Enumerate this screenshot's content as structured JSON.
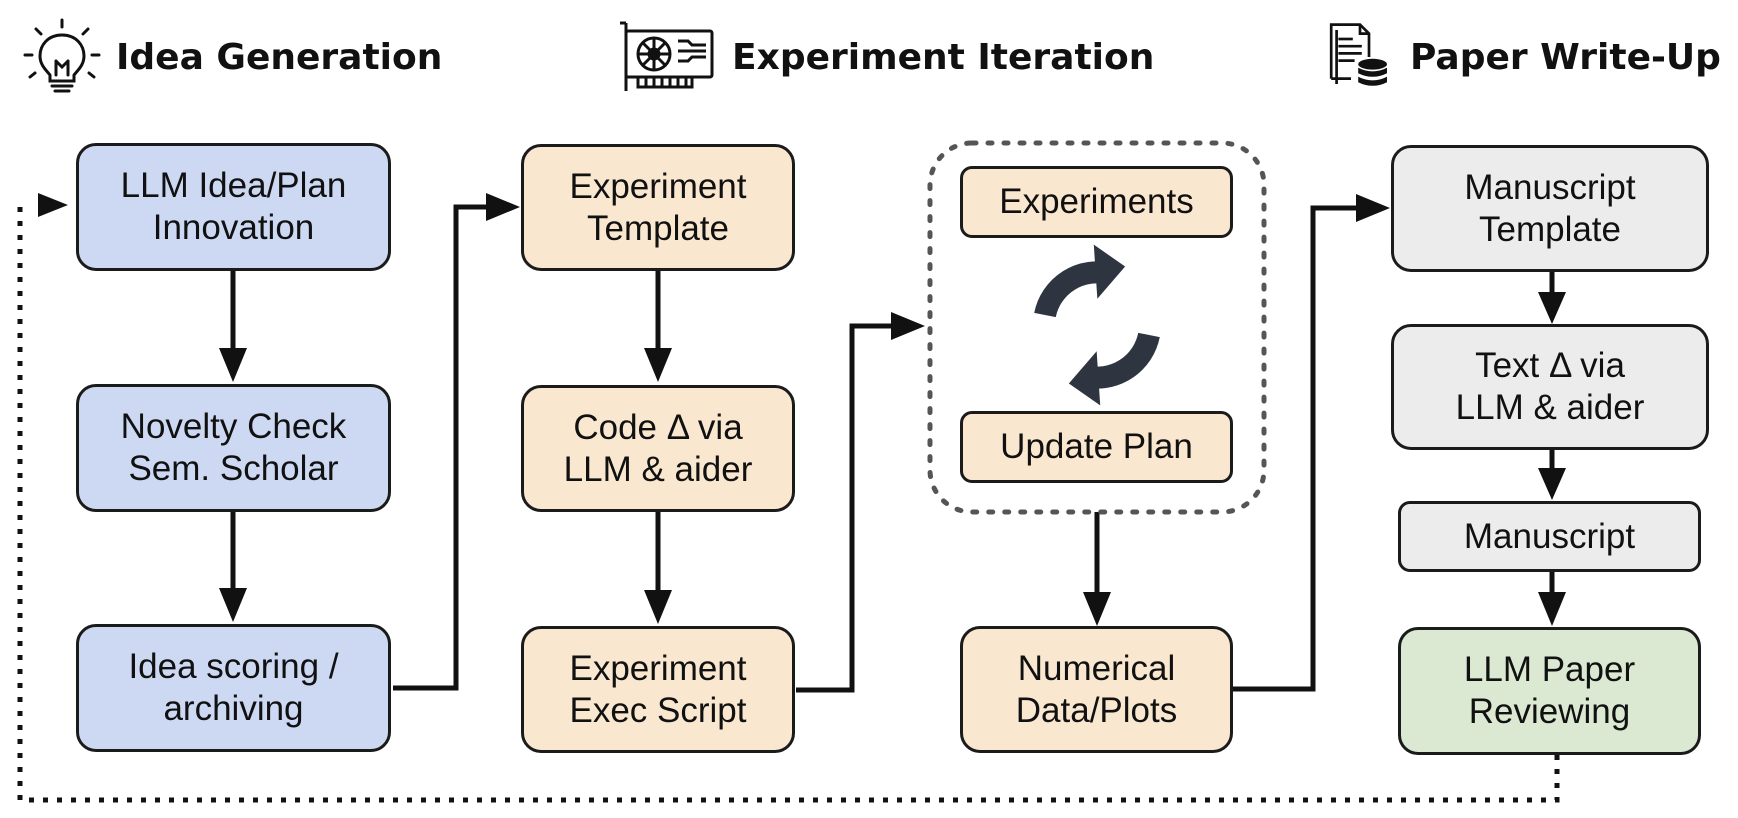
{
  "headers": {
    "idea": "Idea Generation",
    "experiment": "Experiment Iteration",
    "paper": "Paper Write-Up"
  },
  "icons": {
    "idea": "lightbulb-icon",
    "experiment": "gpu-card-icon",
    "paper": "document-database-icon",
    "loop": "refresh-cycle-icon"
  },
  "colors": {
    "idea_boxes": "#cdd9f3",
    "experiment_boxes": "#f9e7d0",
    "writeup_boxes": "#ececec",
    "review_box": "#dbe9d3",
    "lines": "#111111"
  },
  "idea": {
    "plan": {
      "line1": "LLM Idea/Plan",
      "line2": "Innovation"
    },
    "novelty": {
      "line1": "Novelty Check",
      "line2": "Sem. Scholar"
    },
    "scoring": {
      "line1": "Idea scoring /",
      "line2": "archiving"
    }
  },
  "experiment": {
    "template": {
      "line1": "Experiment",
      "line2": "Template"
    },
    "code": {
      "line1": "Code Δ via",
      "line2": "LLM & aider"
    },
    "script": {
      "line1": "Experiment",
      "line2": "Exec Script"
    },
    "loop": {
      "experiments": "Experiments",
      "update": "Update Plan"
    },
    "results": {
      "line1": "Numerical",
      "line2": "Data/Plots"
    }
  },
  "paper": {
    "template": {
      "line1": "Manuscript",
      "line2": "Template"
    },
    "text": {
      "line1": "Text Δ via",
      "line2": "LLM & aider"
    },
    "manuscript": "Manuscript",
    "review": {
      "line1": "LLM Paper",
      "line2": "Reviewing"
    }
  }
}
